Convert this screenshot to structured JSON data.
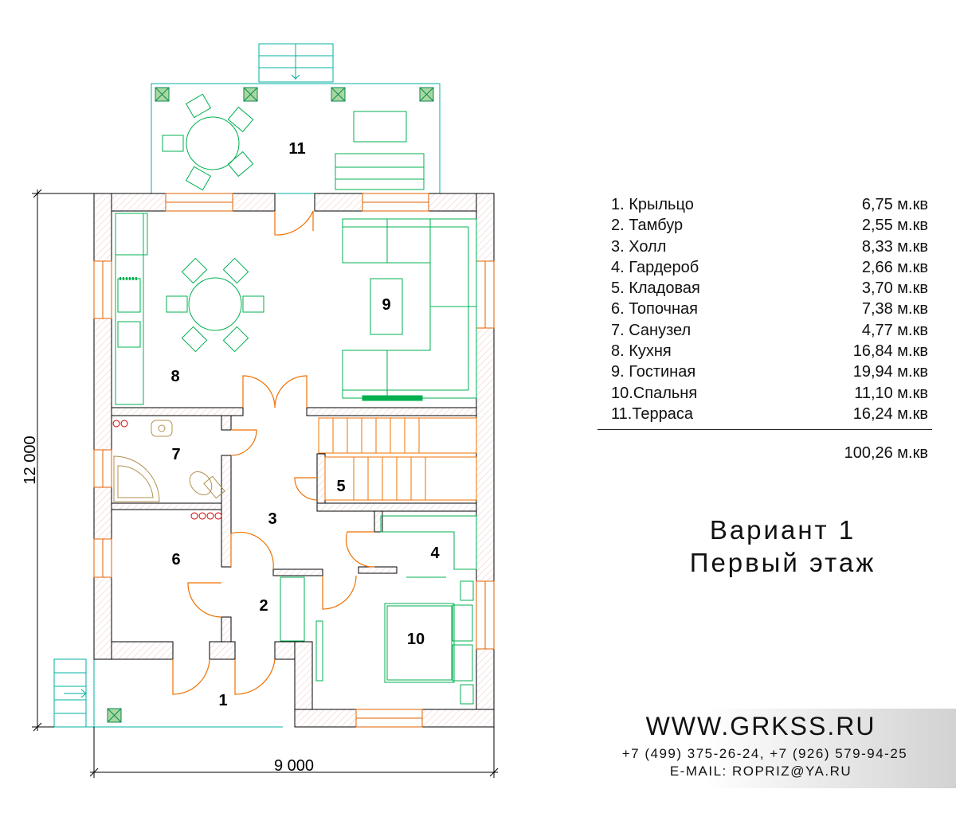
{
  "plan": {
    "rooms": [
      {
        "num": "1"
      },
      {
        "num": "2"
      },
      {
        "num": "3"
      },
      {
        "num": "4"
      },
      {
        "num": "5"
      },
      {
        "num": "6"
      },
      {
        "num": "7"
      },
      {
        "num": "8"
      },
      {
        "num": "9"
      },
      {
        "num": "10"
      },
      {
        "num": "11"
      }
    ],
    "dimension_height": "12 000",
    "dimension_width": "9 000"
  },
  "legend": {
    "items": [
      {
        "name": "1. Крыльцо",
        "area": "6,75 м.кв"
      },
      {
        "name": "2. Тамбур",
        "area": "2,55 м.кв"
      },
      {
        "name": "3. Холл",
        "area": "8,33 м.кв"
      },
      {
        "name": "4. Гардероб",
        "area": "2,66 м.кв"
      },
      {
        "name": "5. Кладовая",
        "area": "3,70 м.кв"
      },
      {
        "name": "6. Топочная",
        "area": "7,38 м.кв"
      },
      {
        "name": "7. Санузел",
        "area": "4,77 м.кв"
      },
      {
        "name": "8. Кухня",
        "area": "16,84 м.кв"
      },
      {
        "name": "9. Гостиная",
        "area": "19,94 м.кв"
      },
      {
        "name": "10.Спальня",
        "area": "11,10 м.кв"
      },
      {
        "name": "11.Терраса",
        "area": "16,24 м.кв"
      }
    ],
    "total": "100,26 м.кв"
  },
  "title": {
    "line1": "Вариант 1",
    "line2": "Первый этаж"
  },
  "contact": {
    "website": "WWW.GRKSS.RU",
    "phones": "+7 (499) 375-26-24, +7 (926) 579-94-25",
    "email": "E-MAIL: ROPRIZ@YA.RU"
  },
  "colors": {
    "furniture": "#00b050",
    "doors": "#f07000",
    "terrace": "#00b0a0",
    "walls": "#000000",
    "hatch": "#f0b0b0"
  }
}
